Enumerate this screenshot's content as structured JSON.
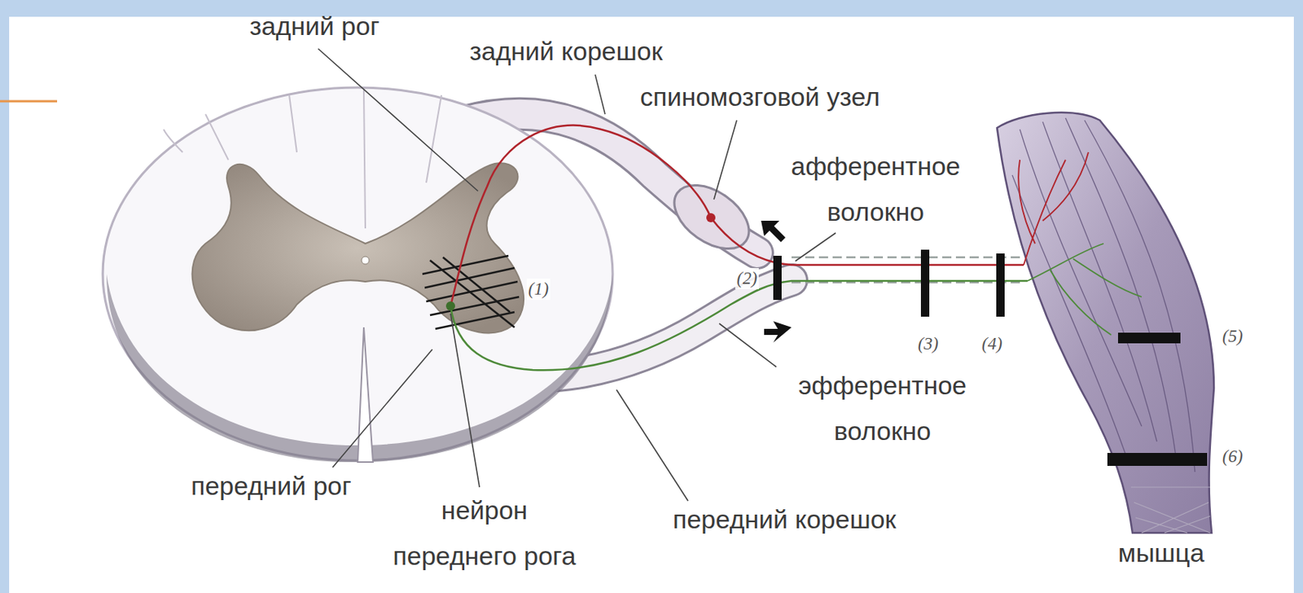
{
  "diagram": {
    "labels": [
      "задний рог",
      "задний корешок",
      "спиномозговой узел",
      "афферентное волокно",
      "(1)",
      "(2)",
      "(3)",
      "(4)",
      "(5)",
      "(6)",
      "эфферентное волокно",
      "передний рог",
      "нейрон переднего рога",
      "передний корешок",
      "мышца"
    ]
  }
}
